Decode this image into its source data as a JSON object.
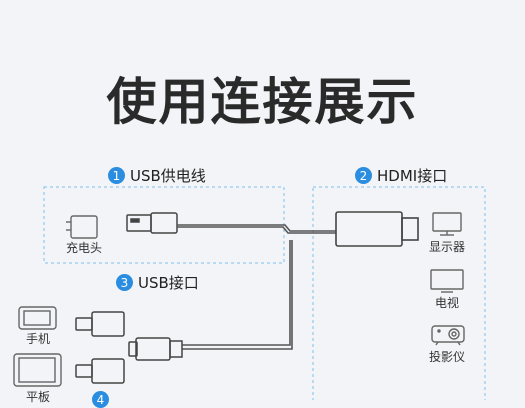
{
  "title": "使用连接展示",
  "steps": [
    {
      "num": "1",
      "label": "USB供电线"
    },
    {
      "num": "2",
      "label": "HDMI接口"
    },
    {
      "num": "3",
      "label": "USB接口"
    },
    {
      "num": "4"
    }
  ],
  "labels": {
    "charger": "充电头",
    "display": "显示器",
    "tv": "电视",
    "projector": "投影仪",
    "phone": "手机",
    "tablet": "平板"
  },
  "colors": {
    "accent": "#2b8de0",
    "dashed_box": "#7cc0ec",
    "cable": "#555555",
    "icon": "#666666"
  }
}
